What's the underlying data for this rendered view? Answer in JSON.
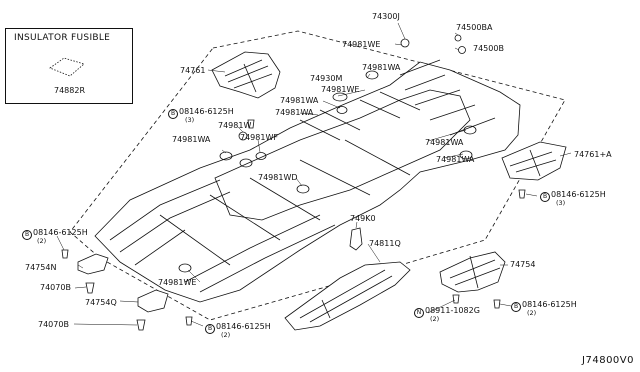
{
  "inset": {
    "title": "INSULATOR FUSIBLE",
    "part": "74882R"
  },
  "ref_code": "J74800V0",
  "labels": {
    "p74300J": "74300J",
    "p74500BA": "74500BA",
    "p74500B": "74500B",
    "p74981WE_top": "74981WE",
    "p74761_left": "74761",
    "p74981WA_1": "74981WA",
    "p74930M": "74930M",
    "p74981WE_mid": "74981WE",
    "p74981WA_2": "74981WA",
    "p74981WA_3": "74981WA",
    "p74981W": "74981W",
    "p74981WA_4": "74981WA",
    "p74981WF": "74981WF",
    "p74981WA_5": "74981WA",
    "p74981WA_6": "74981WA",
    "p74761A": "74761+A",
    "p74981WD": "74981WD",
    "p749K0": "749K0",
    "p74811Q": "74811Q",
    "p74754N": "74754N",
    "p74070B_1": "74070B",
    "p74754Q": "74754Q",
    "p74070B_2": "74070B",
    "p74981WE_low": "74981WE",
    "p74754": "74754"
  },
  "callouts": [
    {
      "circle": "B",
      "code": "08146-6125H",
      "qty": "(3)"
    },
    {
      "circle": "B",
      "code": "08146-6125H",
      "qty": "(3)"
    },
    {
      "circle": "B",
      "code": "08146-6125H",
      "qty": "(2)"
    },
    {
      "circle": "B",
      "code": "08146-6125H",
      "qty": "(2)"
    },
    {
      "circle": "N",
      "code": "08911-1082G",
      "qty": "(2)"
    },
    {
      "circle": "B",
      "code": "08146-6125H",
      "qty": "(2)"
    }
  ]
}
